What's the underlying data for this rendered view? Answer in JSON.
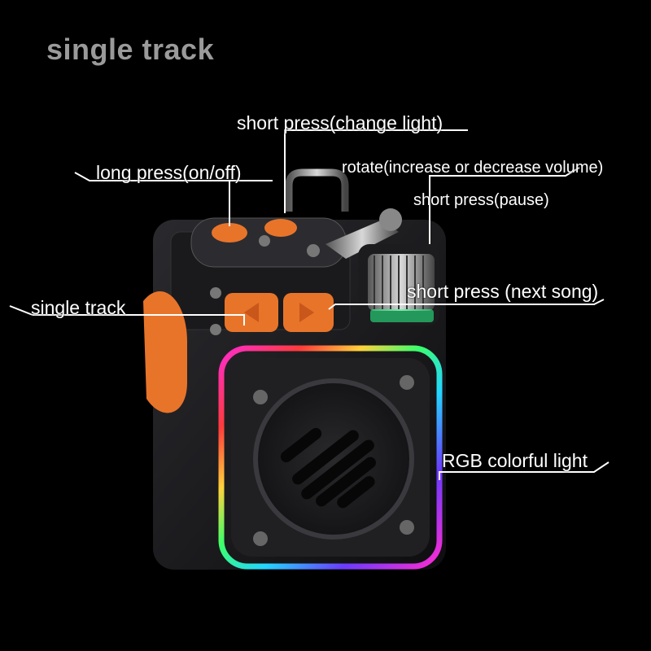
{
  "title": "single track",
  "callouts": {
    "change_light": "short press(change light)",
    "on_off": "long press(on/off)",
    "volume": "rotate(increase or decrease volume)",
    "pause": "short press(pause)",
    "next_song": "short press (next song)",
    "single_track": "single track",
    "rgb_light": "RGB colorful light"
  },
  "colors": {
    "background": "#000000",
    "accent_orange": "#e8742a",
    "body": "#1c1c1f",
    "leader_line": "#ffffff"
  }
}
